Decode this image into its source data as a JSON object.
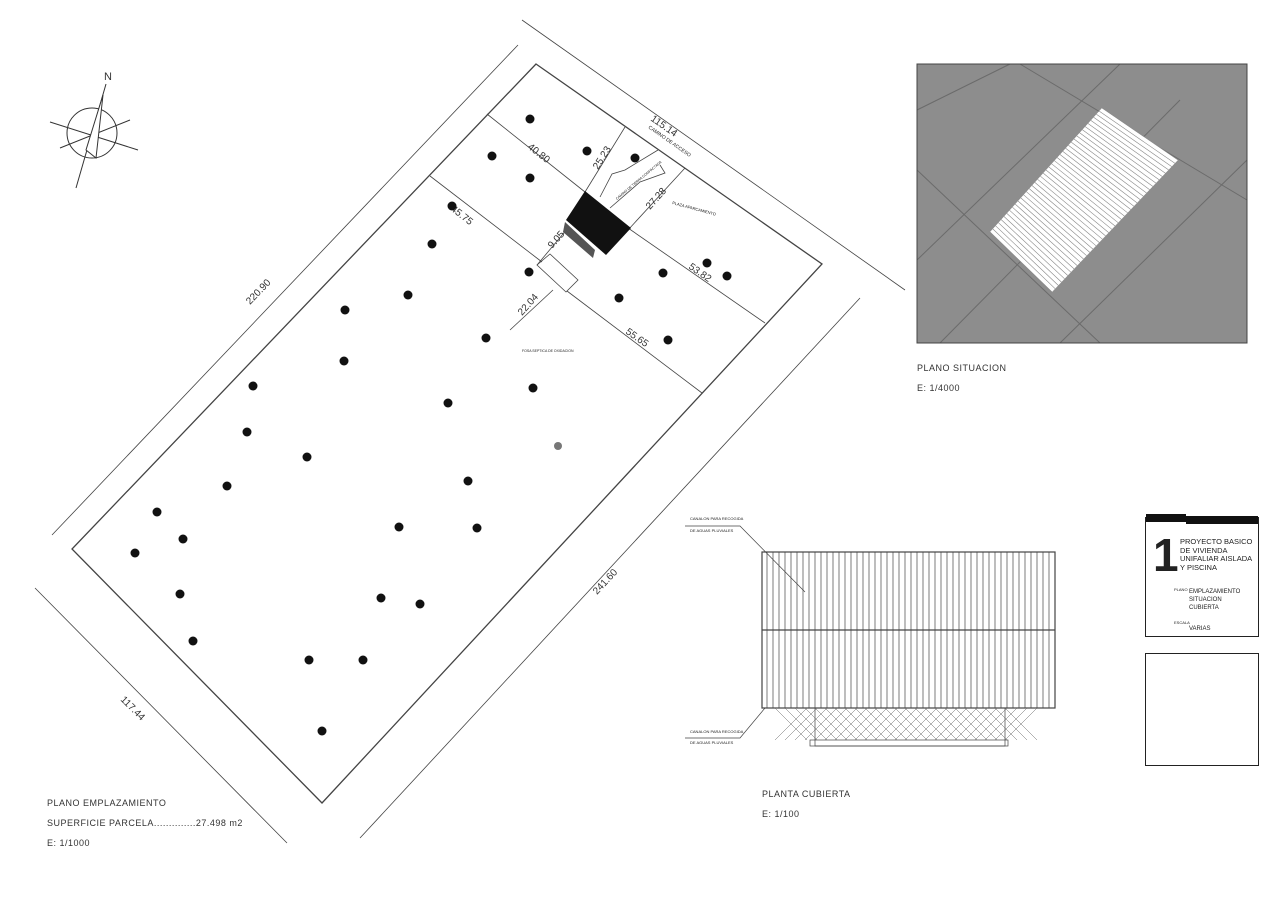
{
  "site_plan": {
    "north_label": "N",
    "dimensions": [
      "115.14",
      "220.90",
      "117.44",
      "241.60",
      "40.80",
      "25.23",
      "27.28",
      "45.75",
      "9.05",
      "53.82",
      "22.04",
      "55.65"
    ],
    "labels": {
      "access": "CAMINO DE ACCESO",
      "dirt_path": "CAMINO DE TIERRA COMPACTADA",
      "parking": "PLAZA APARCAMIENTO",
      "septic": "FOSA SEPTICA DE OXIDACION"
    },
    "title": "PLANO EMPLAZAMIENTO",
    "area": "SUPERFICIE PARCELA..............27.498  m2",
    "scale": "E:  1/1000"
  },
  "situation": {
    "title": "PLANO  SITUACION",
    "scale": "E:  1/4000"
  },
  "roof": {
    "gutter_top": [
      "CANALON PARA RECOGIDA",
      "DE AGUAS PLUVIALES"
    ],
    "gutter_bottom": [
      "CANALON PARA RECOGIDA",
      "DE AGUAS PLUVIALES"
    ],
    "title": "PLANTA  CUBIERTA",
    "scale": "E:  1/100"
  },
  "title_block": {
    "sheet_number": "1",
    "project": [
      "PROYECTO BASICO",
      "DE VIVIENDA",
      "UNIFALIAR AISLADA",
      "Y PISCINA"
    ],
    "plano_label": "PLANO",
    "plano": [
      "EMPLAZAMIENTO",
      "SITUACION",
      "CUBIERTA"
    ],
    "escala_label": "ESCALA",
    "escala": "VARIAS"
  }
}
